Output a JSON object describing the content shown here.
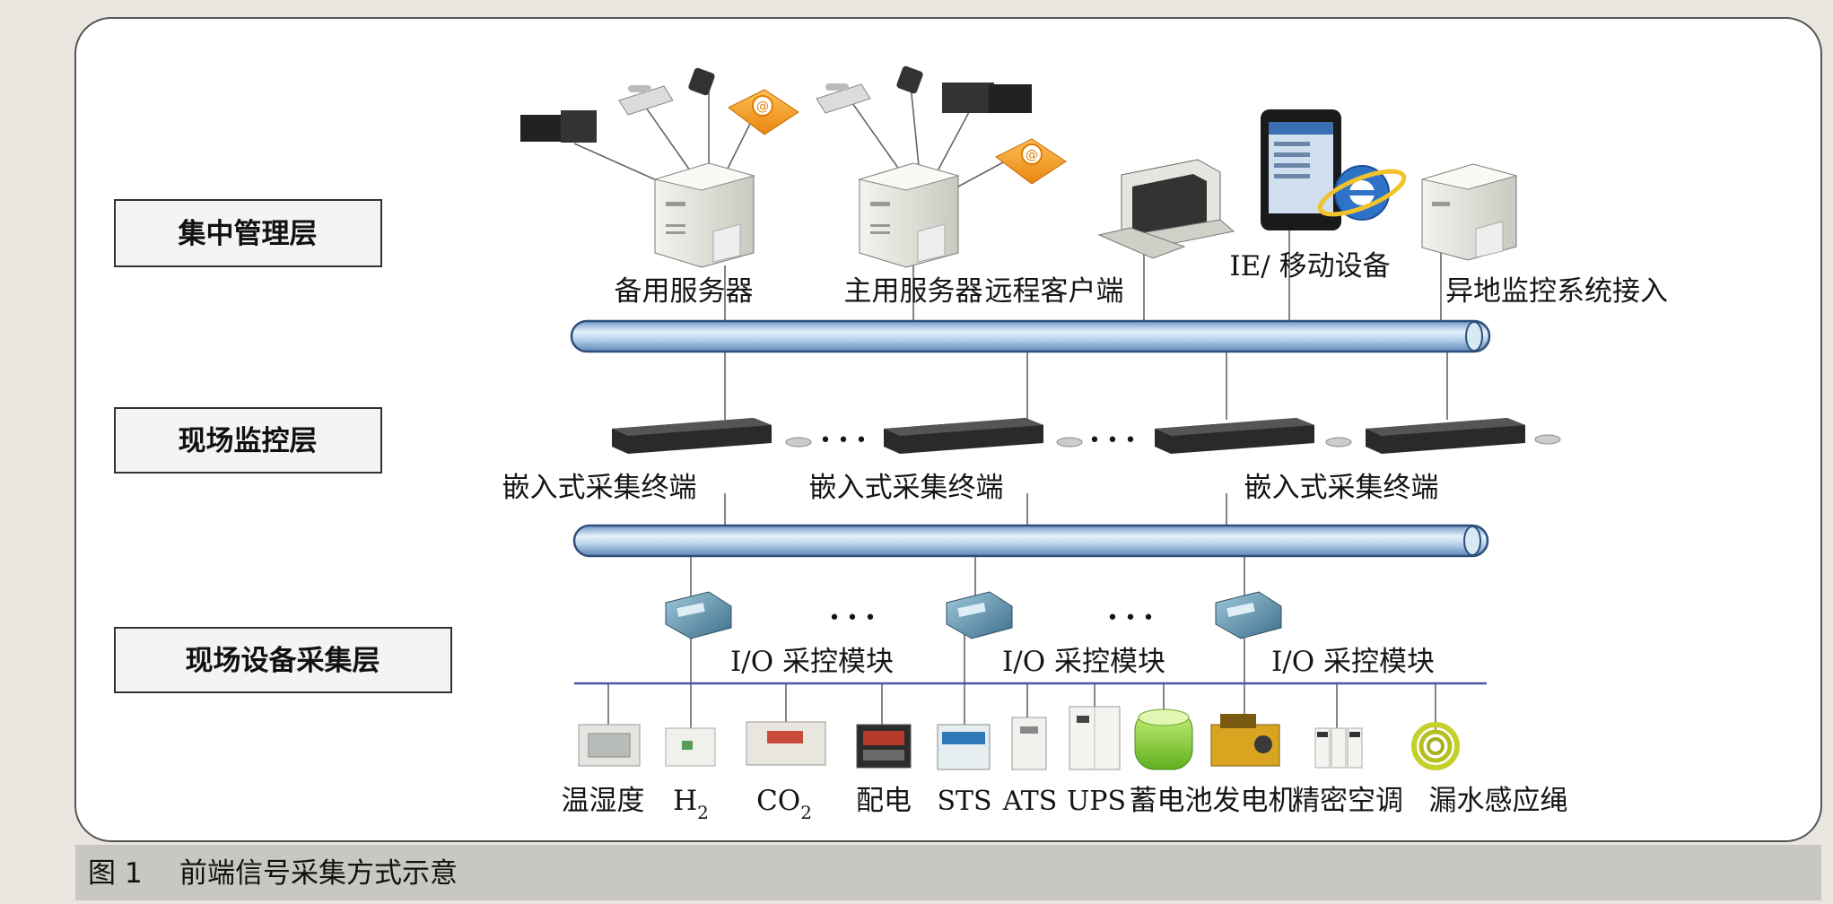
{
  "layers": {
    "management": "集中管理层",
    "monitoring": "现场监控层",
    "acquisition": "现场设备采集层"
  },
  "management_nodes": {
    "backup_server": "备用服务器",
    "main_server": "主用服务器",
    "remote_client": "远程客户端",
    "ie_mobile": "IE/ 移动设备",
    "remote_monitoring": "异地监控系统接入"
  },
  "terminals": {
    "t1": "嵌入式采集终端",
    "t2": "嵌入式采集终端",
    "t3": "嵌入式采集终端"
  },
  "io_modules": {
    "m1": "I/O 采控模块",
    "m2": "I/O 采控模块",
    "m3": "I/O 采控模块"
  },
  "ellipsis": "• • •",
  "devices": {
    "temp_humidity": "温湿度",
    "h2_base": "H",
    "h2_sub": "2",
    "co2_base": "CO",
    "co2_sub": "2",
    "power": "配电",
    "sts": "STS",
    "ats": "ATS",
    "ups": "UPS",
    "battery": "蓄电池",
    "generator": "发电机",
    "precision_ac": "精密空调",
    "leak_cable": "漏水感应绳"
  },
  "caption": {
    "number": "图 1",
    "title": "前端信号采集方式示意"
  }
}
